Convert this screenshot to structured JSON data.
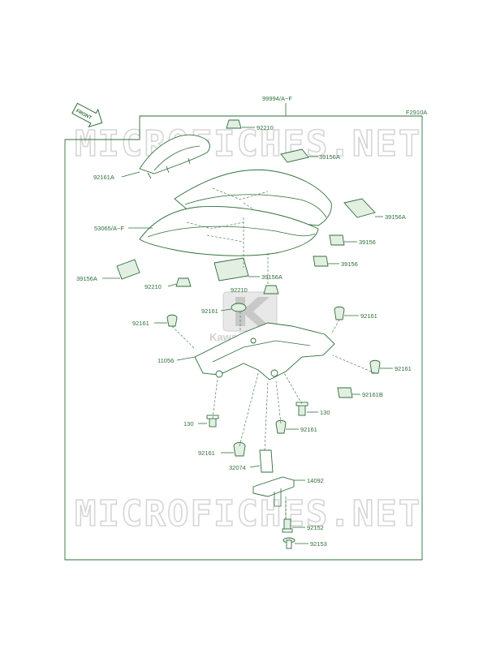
{
  "figure_code": "F2910A",
  "front_arrow_label": "FRONT",
  "watermark_text": "MICROFICHES.NET",
  "logo_text": "Kawasaki",
  "colors": {
    "line": "#2f6f3a",
    "watermark": "#d6d6d6"
  },
  "callouts": {
    "c99994": "99994/A~F",
    "c92210_top": "92210",
    "c39156A_top": "39156A",
    "c92161A": "92161A",
    "c39156A_right": "39156A",
    "c53065": "53065/A~F",
    "c39156_1": "39156",
    "c39156_2": "39156",
    "c39156A_left": "39156A",
    "c92210_left": "92210",
    "c39156A_mid": "39156A",
    "c92210_mid": "92210",
    "c92161_logo": "92161",
    "c92161_right": "92161",
    "c92161_left": "92161",
    "c11056": "11056",
    "c92161_far": "92161",
    "c92161B": "92161B",
    "c130_right": "130",
    "c130_left": "130",
    "c92161_low": "92161",
    "c92161_bottom": "92161",
    "c32074": "32074",
    "c14092": "14092",
    "c92152": "92152",
    "c92153": "92153"
  }
}
